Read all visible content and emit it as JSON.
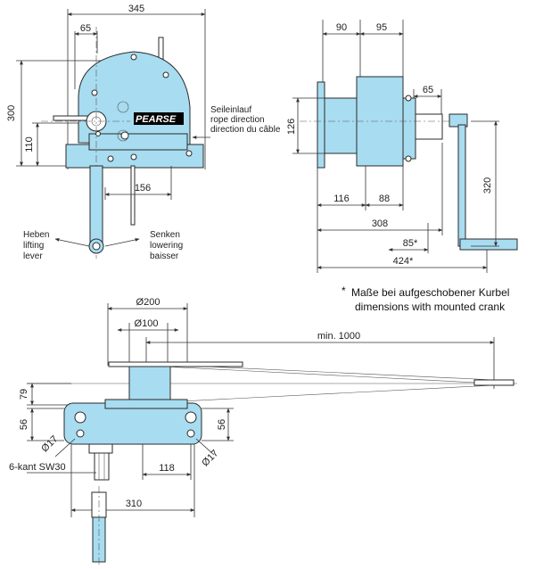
{
  "colors": {
    "body": "#a8dcf0",
    "outline": "#2a2a2a",
    "dim_line": "#333333",
    "label_bg": "#000000"
  },
  "front_view": {
    "dims": {
      "overall_width": "345",
      "offset_65": "65",
      "height_300": "300",
      "height_110": "110",
      "width_156": "156"
    },
    "logo": "PEARSE",
    "rope_labels": [
      "Seileinlauf",
      "rope direction",
      "direction du câble"
    ],
    "lever_left": [
      "Heben",
      "lifting",
      "lever"
    ],
    "lever_right": [
      "Senken",
      "lowering",
      "baisser"
    ]
  },
  "side_view": {
    "dims": {
      "w90": "90",
      "w95": "95",
      "w65": "65",
      "h126": "126",
      "h320": "320",
      "w116": "116",
      "w88": "88",
      "w308": "308",
      "w85": "85*",
      "w424": "424*"
    },
    "footnote_star": "*",
    "footnote_line1": "Maße bei aufgeschobener Kurbel",
    "footnote_line2": "dimensions with mounted crank"
  },
  "top_view": {
    "dims": {
      "d200": "Ø200",
      "d100": "Ø100",
      "min1000": "min. 1000",
      "h79": "79",
      "h56_left": "56",
      "h56_right": "56",
      "d17_left": "Ø17",
      "d17_right": "Ø17",
      "w118": "118",
      "w310": "310"
    },
    "hex_label": "6-kant SW30"
  }
}
